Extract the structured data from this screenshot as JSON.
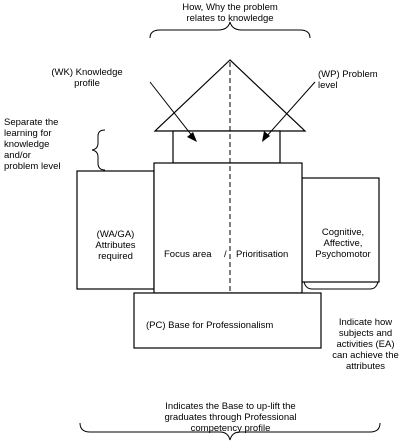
{
  "labels": {
    "top": "How, Why the problem\nrelates to knowledge",
    "wk": "(WK) Knowledge\nprofile",
    "wp": "(WP) Problem\nlevel",
    "separate": "Separate the\nlearning for\nknowledge\nand/or\nproblem level",
    "wa": "(WA/GA)\nAttributes\nrequired",
    "focus": "Focus area",
    "slash": "/",
    "prioritisation": "Prioritisation",
    "cognitive": "Cognitive,\nAffective,\nPsychomotor",
    "base": "(PC) Base for Professionalism",
    "indicate_how": "Indicate how\nsubjects and\nactivities (EA)\ncan achieve the\nattributes",
    "indicates_base": "Indicates the Base to up-lift the\ngraduates through Professional\ncompetency profile"
  }
}
